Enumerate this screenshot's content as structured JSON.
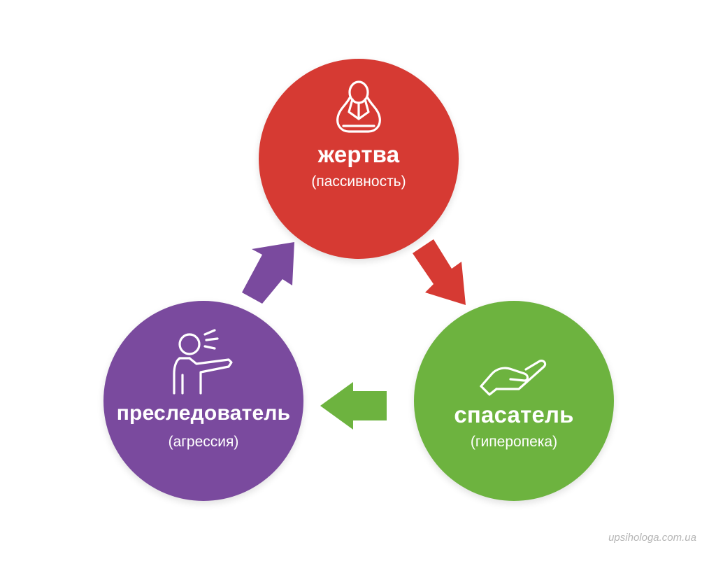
{
  "diagram": {
    "nodes": {
      "victim": {
        "title": "жертва",
        "subtitle": "(пассивность)",
        "color": "#d63a33",
        "icon": "crying-person-icon"
      },
      "persecutor": {
        "title": "преследователь",
        "subtitle": "(агрессия)",
        "color": "#7a4a9e",
        "icon": "pointing-person-icon"
      },
      "rescuer": {
        "title": "спасатель",
        "subtitle": "(гиперопека)",
        "color": "#6db33f",
        "icon": "open-hand-icon"
      }
    },
    "arrows": [
      {
        "from": "persecutor",
        "to": "victim",
        "color": "#7a4a9e"
      },
      {
        "from": "victim",
        "to": "rescuer",
        "color": "#d63a33"
      },
      {
        "from": "rescuer",
        "to": "persecutor",
        "color": "#6db33f"
      }
    ]
  },
  "watermark": "upsihologa.com.ua"
}
